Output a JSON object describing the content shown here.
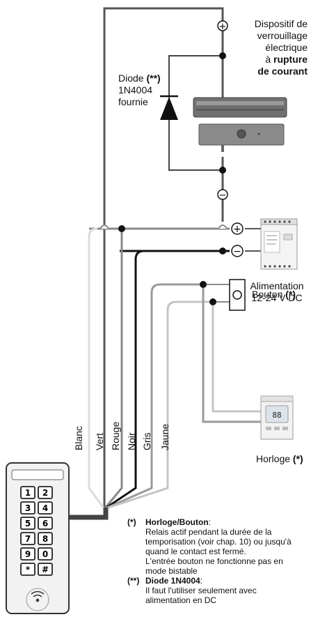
{
  "labels": {
    "lock_line1": "Dispositif de",
    "lock_line2": "verrouillage",
    "lock_line3": "électrique",
    "lock_line4_pre": "à",
    "lock_line4_bold": "rupture",
    "lock_line5_bold": "de courant",
    "diode_line1_pre": "Diode",
    "diode_line1_mark": "(**)",
    "diode_line2": "1N4004",
    "diode_line3": "fournie",
    "psu_line1": "Alimentation",
    "psu_line2": "12-24 V DC",
    "button_label": "Bouton",
    "button_mark": "(*)",
    "clock_label": "Horloge",
    "clock_mark": "(*)"
  },
  "wires": {
    "blanc": "Blanc",
    "vert": "Vert",
    "rouge": "Rouge",
    "noir": "Noir",
    "gris": "Gris",
    "jaune": "Jaune"
  },
  "keypad": {
    "keys": [
      "1",
      "2",
      "3",
      "4",
      "5",
      "6",
      "7",
      "8",
      "9",
      "0",
      "*",
      "#"
    ]
  },
  "symbols": {
    "plus": "+",
    "minus": "−"
  },
  "clock_display": "88",
  "notes": {
    "n1_mark": "(*)",
    "n1_title": "Horloge/Bouton",
    "n1_colon": ":",
    "n1_line1": "Relais actif pendant la durée de la",
    "n1_line2": "temporisation (voir chap. 10) ou jusqu'à",
    "n1_line3": "quand le contact est fermé.",
    "n1_line4": "L'entrée bouton ne fonctionne pas en",
    "n1_line5": "mode bistable",
    "n2_mark": "(**)",
    "n2_title": "Diode 1N4004",
    "n2_colon": ":",
    "n2_line1": "Il faut l'utiliser seulement avec",
    "n2_line2": "alimentation en DC"
  },
  "colors": {
    "wire_dark": "#555555",
    "wire_black": "#111111",
    "wire_grey": "#9a9a9a",
    "wire_light": "#c4c4c4",
    "wire_white": "#dcdcdc",
    "magnet": "#7a7a7a",
    "keypad_body": "#f2f2f2"
  }
}
